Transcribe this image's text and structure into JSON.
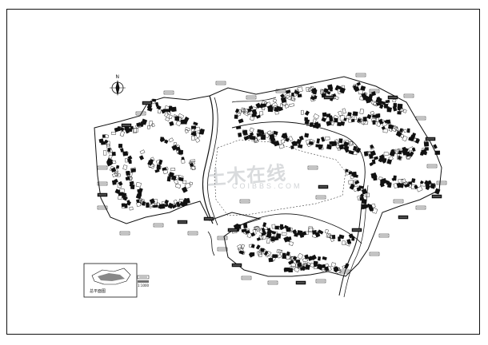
{
  "drawing": {
    "north_label": "N",
    "key_plan_title": "总平面图",
    "scale_label": "1:1000"
  },
  "watermark": {
    "main": "土木在线",
    "sub": "COIBBS.COM"
  },
  "colors": {
    "ink": "#111111",
    "paper": "#ffffff"
  }
}
